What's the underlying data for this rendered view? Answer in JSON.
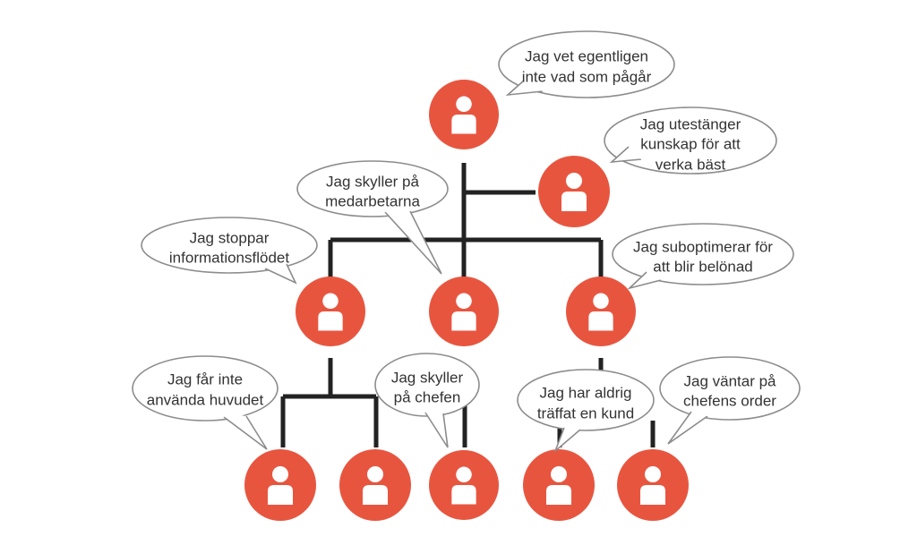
{
  "colors": {
    "node_fill": "#E8553F",
    "icon": "#ffffff",
    "connector": "#222222",
    "bubble_fill": "#ffffff",
    "bubble_stroke": "#8c8c8c",
    "text": "#333333"
  },
  "nodes": [
    {
      "id": "n1"
    },
    {
      "id": "n2"
    },
    {
      "id": "n3"
    },
    {
      "id": "n4"
    },
    {
      "id": "n5"
    },
    {
      "id": "n6"
    },
    {
      "id": "n7"
    },
    {
      "id": "n8"
    },
    {
      "id": "n9"
    },
    {
      "id": "n10"
    }
  ],
  "bubbles": [
    {
      "id": "b1",
      "lines": [
        "Jag vet egentligen",
        "inte vad som pågår"
      ]
    },
    {
      "id": "b2",
      "lines": [
        "Jag utestänger",
        "kunskap för att",
        "verka bäst"
      ]
    },
    {
      "id": "b3",
      "lines": [
        "Jag skyller på",
        "medarbetarna"
      ]
    },
    {
      "id": "b4",
      "lines": [
        "Jag stoppar",
        "informationsflödet"
      ]
    },
    {
      "id": "b5",
      "lines": [
        "Jag suboptimerar för",
        "att blir belönad"
      ]
    },
    {
      "id": "b6",
      "lines": [
        "Jag får inte",
        "använda huvudet"
      ]
    },
    {
      "id": "b7",
      "lines": [
        "Jag skyller",
        "på chefen"
      ]
    },
    {
      "id": "b8",
      "lines": [
        "Jag har aldrig",
        "träffat en kund"
      ]
    },
    {
      "id": "b9",
      "lines": [
        "Jag väntar på",
        "chefens order"
      ]
    }
  ]
}
